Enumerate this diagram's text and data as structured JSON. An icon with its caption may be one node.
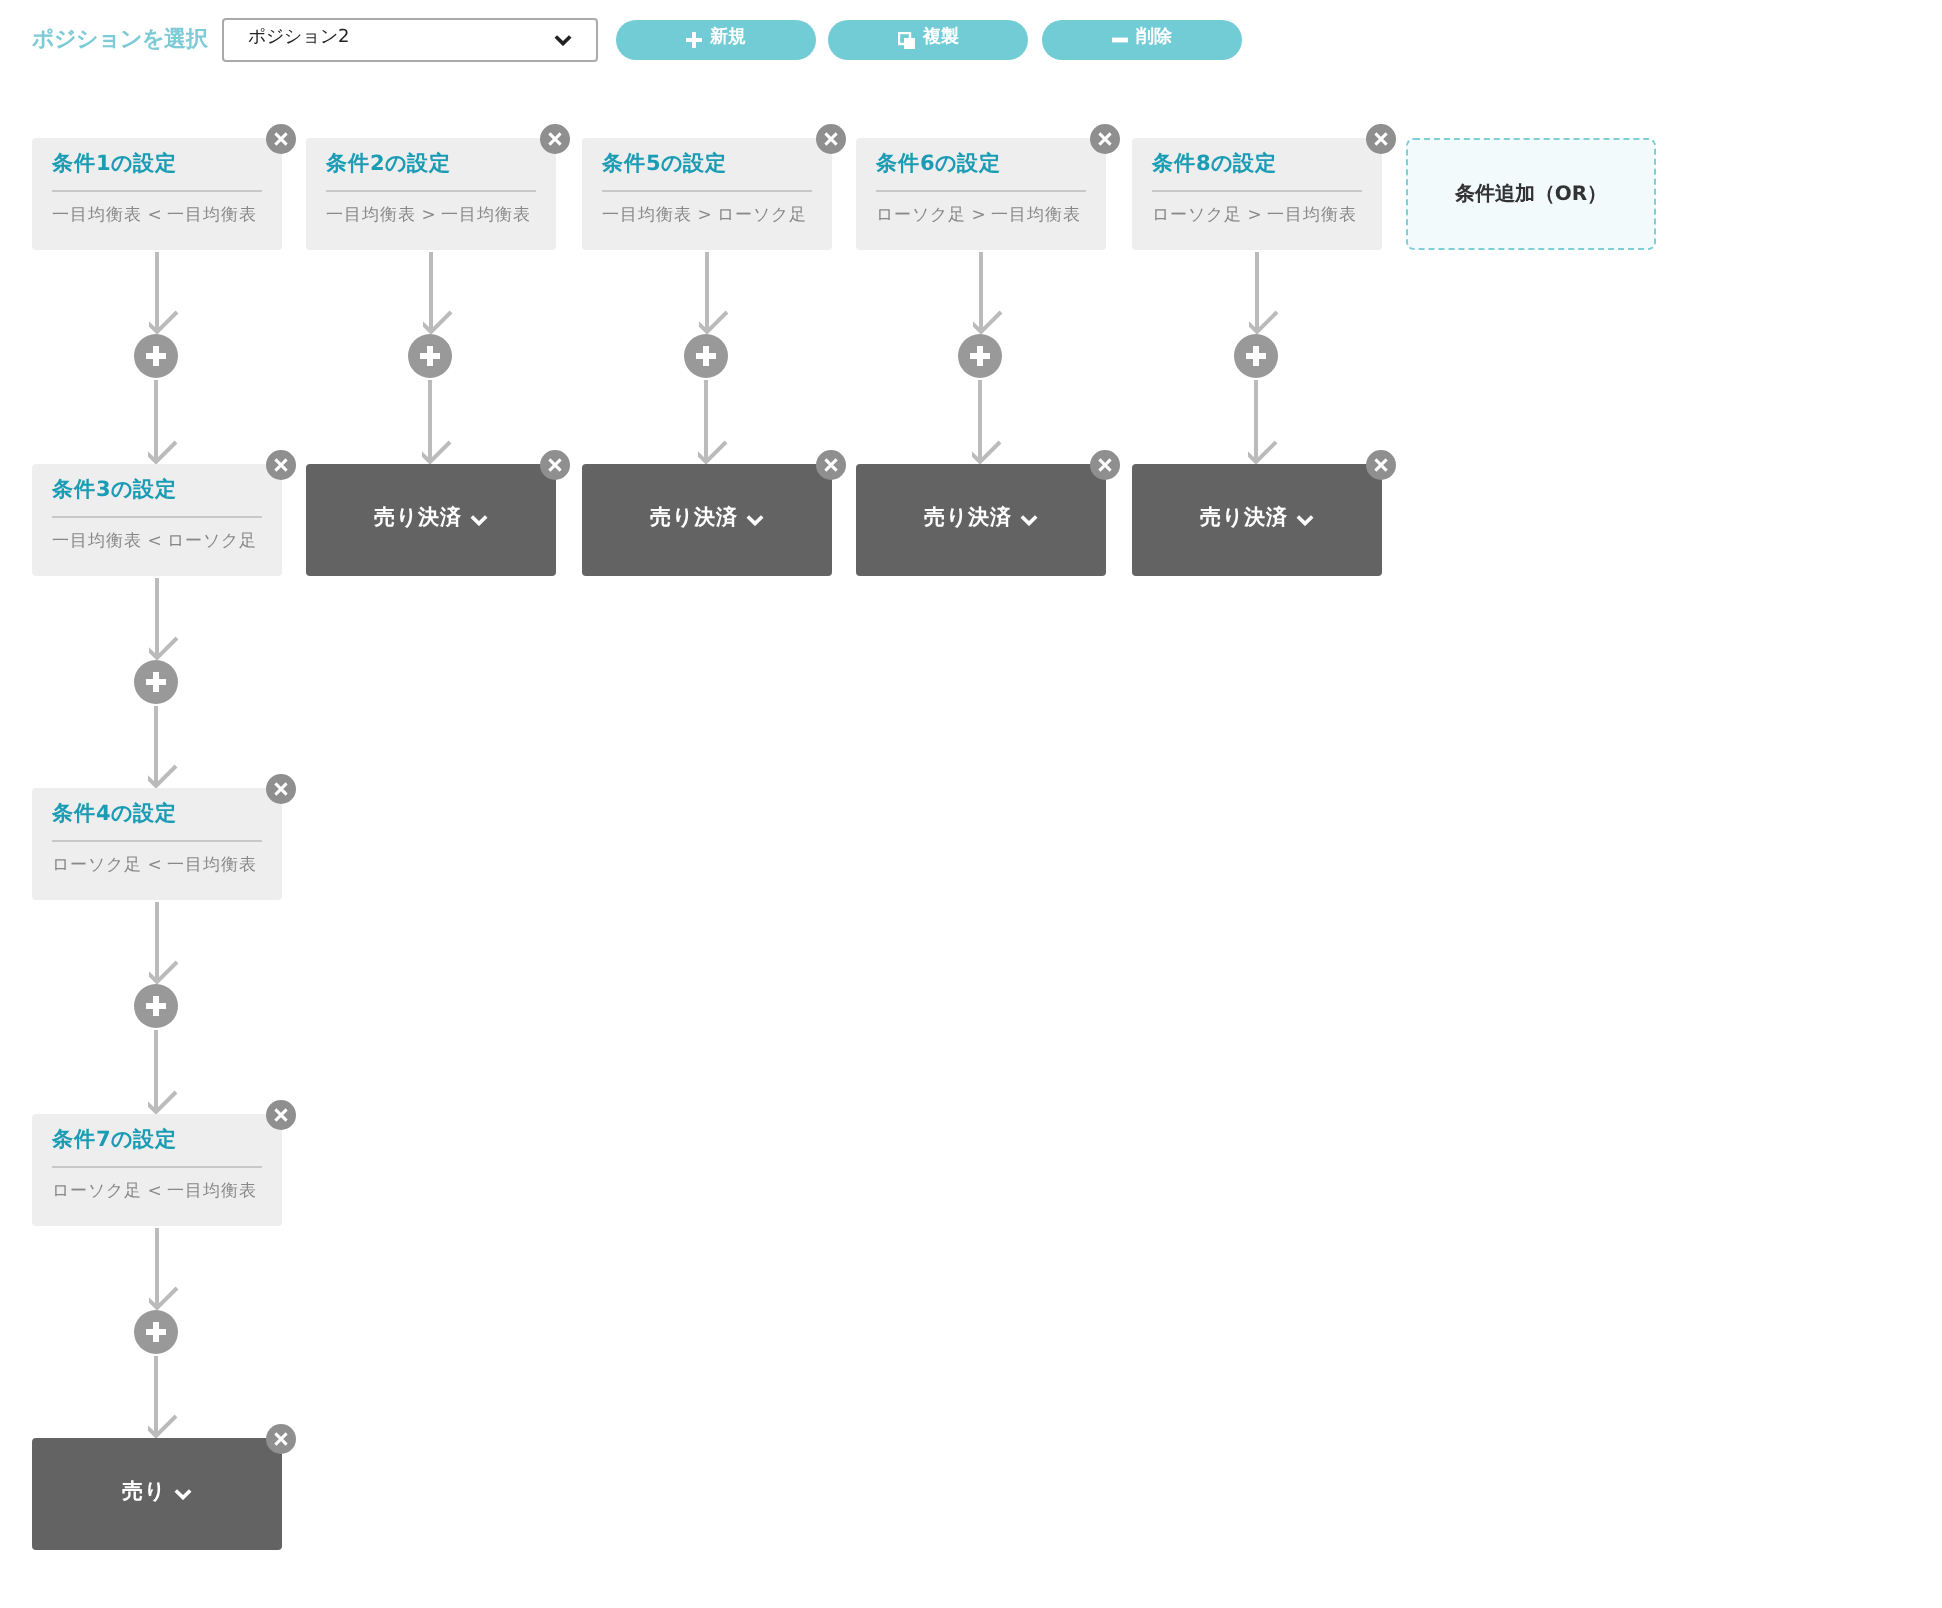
{
  "diagram": {
    "nodes": [
      {
        "text": [
          "条件1の設定",
          "一目均衡表 < 一目均衡表"
        ]
      },
      {
        "text": [],
        "shape": "circle"
      },
      {
        "text": [
          "条件3の設定",
          "一目均衡表 < ローソク足"
        ]
      },
      {
        "text": [],
        "shape": "circle"
      },
      {
        "text": [
          "条件4の設定",
          "ローソク足 < 一目均衡表"
        ]
      },
      {
        "text": [],
        "shape": "circle"
      },
      {
        "text": [
          "条件7の設定",
          "ローソク足 < 一目均衡表"
        ]
      },
      {
        "text": [],
        "shape": "circle"
      },
      {
        "text": [
          "売り"
        ]
      },
      {
        "text": [
          "条件2の設定",
          "一目均衡表 > 一目均衡表"
        ]
      },
      {
        "text": [],
        "shape": "circle"
      },
      {
        "text": [
          "売り決済"
        ]
      },
      {
        "text": [
          "条件5の設定",
          "一目均衡表 > ローソク足"
        ]
      },
      {
        "text": [],
        "shape": "circle"
      },
      {
        "text": [
          "売り決済"
        ]
      },
      {
        "text": [
          "条件6の設定",
          "ローソク足 > 一目均衡表"
        ]
      },
      {
        "text": [],
        "shape": "circle"
      },
      {
        "text": [
          "売り決済"
        ]
      },
      {
        "text": [
          "条件8の設定",
          "ローソク足 > 一目均衡表"
        ]
      },
      {
        "text": [],
        "shape": "circle"
      },
      {
        "text": [
          "売り決済"
        ]
      },
      {
        "text": [
          "条件追加（OR）"
        ]
      }
    ],
    "edges": [
      {
        "from": 0,
        "to": 1,
        "arrow": "to"
      },
      {
        "from": 1,
        "to": 2,
        "arrow": "to"
      },
      {
        "from": 2,
        "to": 3,
        "arrow": "to"
      },
      {
        "from": 3,
        "to": 4,
        "arrow": "to"
      },
      {
        "from": 4,
        "to": 5,
        "arrow": "to"
      },
      {
        "from": 5,
        "to": 6,
        "arrow": "to"
      },
      {
        "from": 6,
        "to": 7,
        "arrow": "to"
      },
      {
        "from": 7,
        "to": 8,
        "arrow": "to"
      },
      {
        "from": 9,
        "to": 10,
        "arrow": "to"
      },
      {
        "from": 10,
        "to": 11,
        "arrow": "to"
      },
      {
        "from": 12,
        "to": 13,
        "arrow": "to"
      },
      {
        "from": 13,
        "to": 14,
        "arrow": "to"
      },
      {
        "from": 15,
        "to": 16,
        "arrow": "to"
      },
      {
        "from": 16,
        "to": 17,
        "arrow": "to"
      },
      {
        "from": 18,
        "to": 19,
        "arrow": "to"
      },
      {
        "from": 19,
        "to": 20,
        "arrow": "to"
      }
    ],
    "labels": [
      "ポジションを選択",
      "ポジション2",
      "新規",
      "複製",
      "削除"
    ]
  }
}
